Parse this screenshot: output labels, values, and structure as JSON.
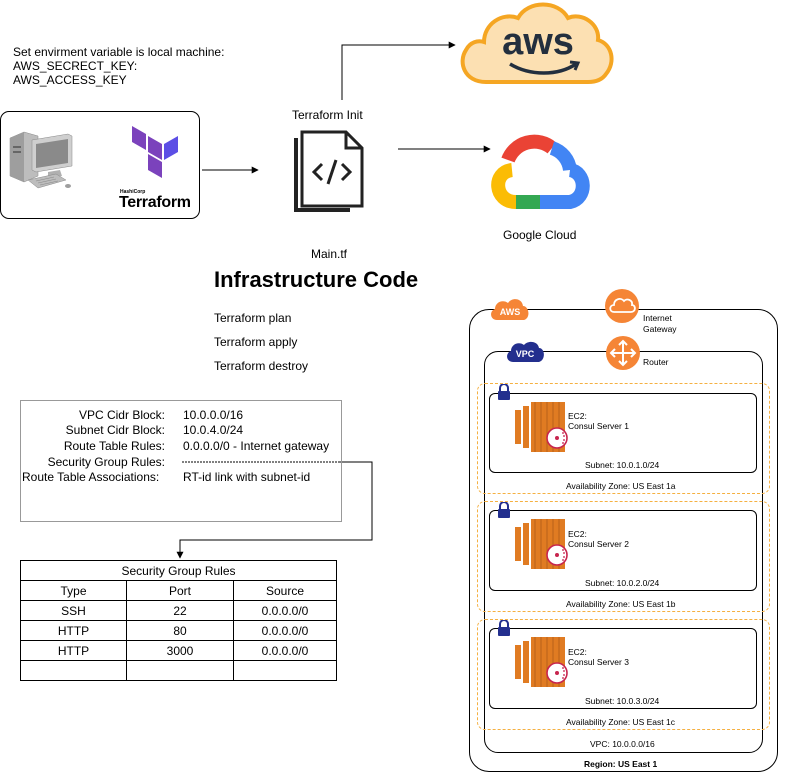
{
  "env_note": {
    "line1": "Set envirment variable is local machine:",
    "line2": "AWS_SECRECT_KEY:",
    "line3": "AWS_ACCESS_KEY"
  },
  "local_box": {
    "computer_icon": "desktop-computer-icon",
    "terraform_logo_vendor": "HashiCorp",
    "terraform_logo_text": "Terraform"
  },
  "terraform_init": {
    "label": "Terraform Init",
    "file_icon": "code-file-icon",
    "file_name": "Main.tf"
  },
  "providers": {
    "aws": "aws",
    "google_cloud": "Google Cloud"
  },
  "heading": "Infrastructure Code",
  "commands": [
    "Terraform plan",
    "Terraform apply",
    "Terraform destroy"
  ],
  "network_config": {
    "rows": [
      {
        "label": "VPC Cidr Block:",
        "value": "10.0.0.0/16"
      },
      {
        "label": "Subnet Cidr Block:",
        "value": "10.0.4.0/24"
      },
      {
        "label": "Route Table Rules:",
        "value": "0.0.0.0/0 - Internet gateway"
      },
      {
        "label": "Security Group Rules:",
        "value": ""
      },
      {
        "label": "Route Table Associations:",
        "value": "RT-id link with subnet-id"
      }
    ]
  },
  "security_group": {
    "title": "Security Group Rules",
    "headers": [
      "Type",
      "Port",
      "Source"
    ],
    "rows": [
      [
        "SSH",
        "22",
        "0.0.0.0/0"
      ],
      [
        "HTTP",
        "80",
        "0.0.0.0/0"
      ],
      [
        "HTTP",
        "3000",
        "0.0.0.0/0"
      ],
      [
        "",
        "",
        ""
      ]
    ]
  },
  "aws_architecture": {
    "aws_badge": "AWS",
    "internet_gateway": "Internet Gateway",
    "vpc_badge": "VPC",
    "router": "Router",
    "servers": [
      {
        "title": "EC2:",
        "name": "Consul Server 1",
        "subnet": "Subnet: 10.0.1.0/24",
        "az": "Availability Zone: US East 1a"
      },
      {
        "title": "EC2:",
        "name": "Consul Server 2",
        "subnet": "Subnet: 10.0.2.0/24",
        "az": "Availability Zone: US East 1b"
      },
      {
        "title": "EC2:",
        "name": "Consul Server 3",
        "subnet": "Subnet: 10.0.3.0/24",
        "az": "Availability Zone: US East 1c"
      }
    ],
    "vpc_label": "VPC: 10.0.0.0/16",
    "region_label": "Region: US East 1"
  },
  "colors": {
    "aws_orange": "#F58536",
    "terraform_purple": "#7B42BC",
    "ec2_orange": "#E07B22",
    "az_dash": "#F5B041",
    "google_blue": "#4285F4",
    "google_red": "#EA4335",
    "google_yellow": "#FBBC05",
    "google_green": "#34A853"
  }
}
